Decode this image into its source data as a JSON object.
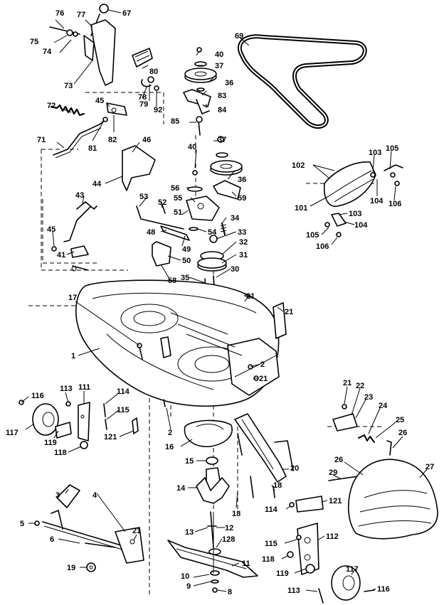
{
  "diagram": {
    "callouts": [
      {
        "id": "c76",
        "text": "76"
      },
      {
        "id": "c77",
        "text": "77"
      },
      {
        "id": "c67",
        "text": "67"
      },
      {
        "id": "c75",
        "text": "75"
      },
      {
        "id": "c74",
        "text": "74"
      },
      {
        "id": "c73",
        "text": "73"
      },
      {
        "id": "c80",
        "text": "80"
      },
      {
        "id": "c78",
        "text": "78"
      },
      {
        "id": "c79",
        "text": "79"
      },
      {
        "id": "c92",
        "text": "92"
      },
      {
        "id": "c45a",
        "text": "45"
      },
      {
        "id": "c72",
        "text": "72"
      },
      {
        "id": "c82",
        "text": "82"
      },
      {
        "id": "c81",
        "text": "81"
      },
      {
        "id": "c71",
        "text": "71"
      },
      {
        "id": "c69",
        "text": "69"
      },
      {
        "id": "c40a",
        "text": "40"
      },
      {
        "id": "c37a",
        "text": "37"
      },
      {
        "id": "c36a",
        "text": "36"
      },
      {
        "id": "c83",
        "text": "83"
      },
      {
        "id": "c84",
        "text": "84"
      },
      {
        "id": "c85",
        "text": "85"
      },
      {
        "id": "c46",
        "text": "46"
      },
      {
        "id": "c44",
        "text": "44"
      },
      {
        "id": "c40b",
        "text": "40"
      },
      {
        "id": "c37b",
        "text": "37"
      },
      {
        "id": "c36b",
        "text": "36"
      },
      {
        "id": "c56a",
        "text": "56"
      },
      {
        "id": "c59",
        "text": "59"
      },
      {
        "id": "c55",
        "text": "55"
      },
      {
        "id": "c53",
        "text": "53"
      },
      {
        "id": "c52",
        "text": "52"
      },
      {
        "id": "c51",
        "text": "51"
      },
      {
        "id": "c34",
        "text": "34"
      },
      {
        "id": "c54",
        "text": "54"
      },
      {
        "id": "c33",
        "text": "33"
      },
      {
        "id": "c43",
        "text": "43"
      },
      {
        "id": "c45b",
        "text": "45"
      },
      {
        "id": "c41",
        "text": "41"
      },
      {
        "id": "c48",
        "text": "48"
      },
      {
        "id": "c49",
        "text": "49"
      },
      {
        "id": "c32",
        "text": "32"
      },
      {
        "id": "c31",
        "text": "31"
      },
      {
        "id": "c50",
        "text": "50"
      },
      {
        "id": "c58",
        "text": "58"
      },
      {
        "id": "c35",
        "text": "35"
      },
      {
        "id": "c30",
        "text": "30"
      },
      {
        "id": "c21a",
        "text": "21"
      },
      {
        "id": "c21b",
        "text": "21"
      },
      {
        "id": "c17",
        "text": "17"
      },
      {
        "id": "c1",
        "text": "1"
      },
      {
        "id": "c2a",
        "text": "2"
      },
      {
        "id": "c21c",
        "text": "21"
      },
      {
        "id": "c102",
        "text": "102"
      },
      {
        "id": "c103a",
        "text": "103"
      },
      {
        "id": "c105a",
        "text": "105"
      },
      {
        "id": "c101",
        "text": "101"
      },
      {
        "id": "c104a",
        "text": "104"
      },
      {
        "id": "c106a",
        "text": "106"
      },
      {
        "id": "c103b",
        "text": "103"
      },
      {
        "id": "c105b",
        "text": "105"
      },
      {
        "id": "c104b",
        "text": "104"
      },
      {
        "id": "c106b",
        "text": "106"
      },
      {
        "id": "c116a",
        "text": "116"
      },
      {
        "id": "c113a",
        "text": "113"
      },
      {
        "id": "c111",
        "text": "111"
      },
      {
        "id": "c114a",
        "text": "114"
      },
      {
        "id": "c115a",
        "text": "115"
      },
      {
        "id": "c117a",
        "text": "117"
      },
      {
        "id": "c119a",
        "text": "119"
      },
      {
        "id": "c121a",
        "text": "121"
      },
      {
        "id": "c118a",
        "text": "118"
      },
      {
        "id": "c2b",
        "text": "2"
      },
      {
        "id": "c16",
        "text": "16"
      },
      {
        "id": "c15",
        "text": "15"
      },
      {
        "id": "c14",
        "text": "14"
      },
      {
        "id": "c18a",
        "text": "18"
      },
      {
        "id": "c20",
        "text": "20"
      },
      {
        "id": "c18b",
        "text": "18"
      },
      {
        "id": "c21d",
        "text": "21"
      },
      {
        "id": "c22",
        "text": "22"
      },
      {
        "id": "c23",
        "text": "23"
      },
      {
        "id": "c24",
        "text": "24"
      },
      {
        "id": "c25",
        "text": "25"
      },
      {
        "id": "c26a",
        "text": "26"
      },
      {
        "id": "c26b",
        "text": "26"
      },
      {
        "id": "c27",
        "text": "27"
      },
      {
        "id": "c29",
        "text": "29"
      },
      {
        "id": "c114b",
        "text": "114"
      },
      {
        "id": "c121b",
        "text": "121"
      },
      {
        "id": "c3",
        "text": "3"
      },
      {
        "id": "c4",
        "text": "4"
      },
      {
        "id": "c5",
        "text": "5"
      },
      {
        "id": "c6",
        "text": "6"
      },
      {
        "id": "c21e",
        "text": "21"
      },
      {
        "id": "c19",
        "text": "19"
      },
      {
        "id": "c13",
        "text": "13"
      },
      {
        "id": "c12",
        "text": "12"
      },
      {
        "id": "c128",
        "text": "128"
      },
      {
        "id": "c11",
        "text": "11"
      },
      {
        "id": "c10",
        "text": "10"
      },
      {
        "id": "c9",
        "text": "9"
      },
      {
        "id": "c8",
        "text": "8"
      },
      {
        "id": "c115b",
        "text": "115"
      },
      {
        "id": "c112",
        "text": "112"
      },
      {
        "id": "c118b",
        "text": "118"
      },
      {
        "id": "c119b",
        "text": "119"
      },
      {
        "id": "c117b",
        "text": "117"
      },
      {
        "id": "c113b",
        "text": "113"
      },
      {
        "id": "c116b",
        "text": "116"
      }
    ]
  }
}
